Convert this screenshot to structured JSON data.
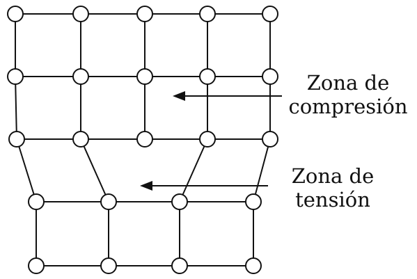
{
  "labels": {
    "compression": {
      "line1": "Zona de",
      "line2": "compresión"
    },
    "tension": {
      "line1": "Zona de",
      "line2": "tensión"
    }
  },
  "colors": {
    "line": "#111111",
    "node_fill": "#ffffff",
    "background": "#ffffff"
  }
}
